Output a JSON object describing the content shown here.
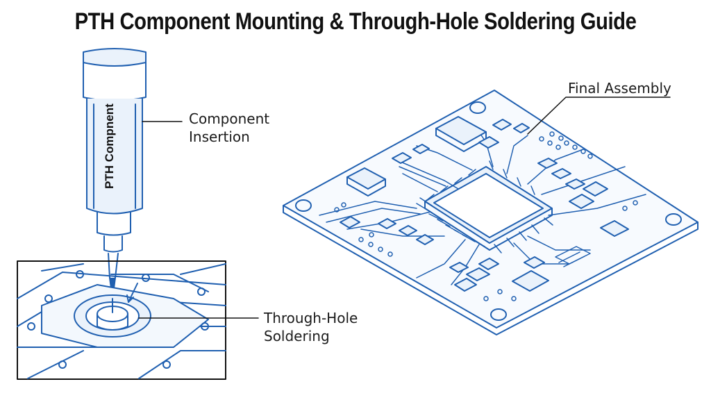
{
  "title": "PTH Component Mounting & Through-Hole Soldering Guide",
  "labels": {
    "component_insertion_line1": "Component",
    "component_insertion_line2": "Insertion",
    "through_hole_line1": "Through-Hole",
    "through_hole_line2": "Soldering",
    "final_assembly": "Final Assembly",
    "component_body_text": "PTH Compnent"
  },
  "colors": {
    "line": "#1f5fb0",
    "fill": "#eaf2fb",
    "label_text": "#1a1a1a"
  }
}
